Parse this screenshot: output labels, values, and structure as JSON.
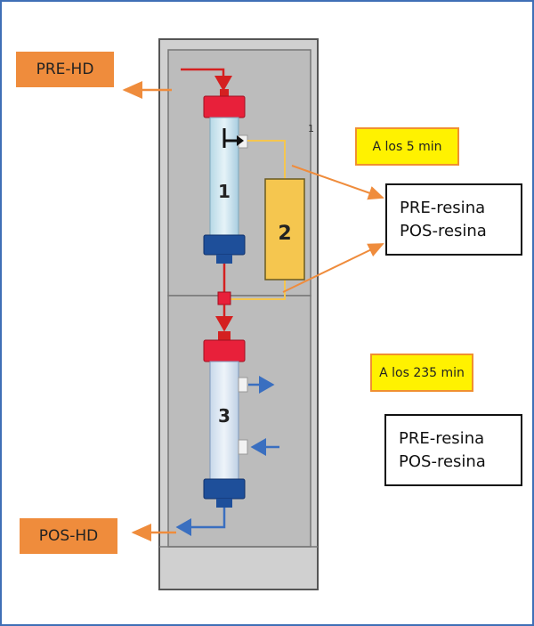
{
  "labels": {
    "pre_hd": "PRE-HD",
    "pos_hd": "POS-HD",
    "time_5": "A los 5 min",
    "time_235": "A los 235 min"
  },
  "box_top": {
    "line1": "PRE-resina",
    "line2": "POS-resina"
  },
  "box_bottom": {
    "line1": "PRE-resina",
    "line2": "POS-resina"
  },
  "components": {
    "filter1": "1",
    "cartridge2": "2",
    "filter3": "3",
    "corner_mark": "1"
  },
  "colors": {
    "frame": "#3f6fb6",
    "arrow_orange": "#ef8c3c",
    "arrow_red": "#d42020",
    "arrow_blue": "#3a6fc0",
    "cap_red": "#e8203a",
    "cap_blue": "#1e4f9a",
    "cartridge": "#f5c64f",
    "housing": "#c8c8c8",
    "housing_panel": "#bcbcbc"
  }
}
